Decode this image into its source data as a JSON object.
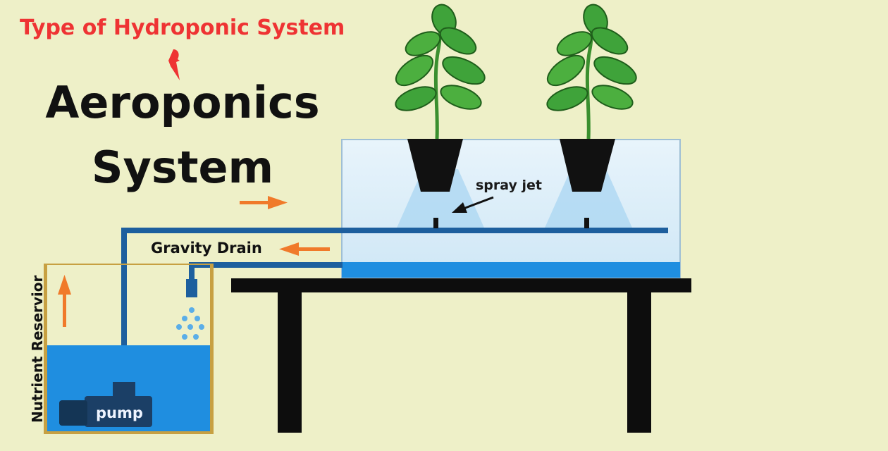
{
  "diagram": {
    "heading": "Type of Hydroponic System",
    "title_line1": "Aeroponics",
    "title_line2": "System",
    "labels": {
      "spray_jet": "spray jet",
      "gravity_drain": "Gravity Drain",
      "pump": "pump",
      "nutrient_reservoir": "Nutrient Reservior"
    },
    "colors": {
      "background": "#eef0c8",
      "water": "#1f8ee0",
      "pipe": "#1d5f9e",
      "mist": "#bfe0f5",
      "table": "#0d0d0d",
      "arrow": "#f07a2a",
      "heading": "#ee3333",
      "leaf": "#3fa33a",
      "reservoir_frame": "#c7a042"
    }
  }
}
